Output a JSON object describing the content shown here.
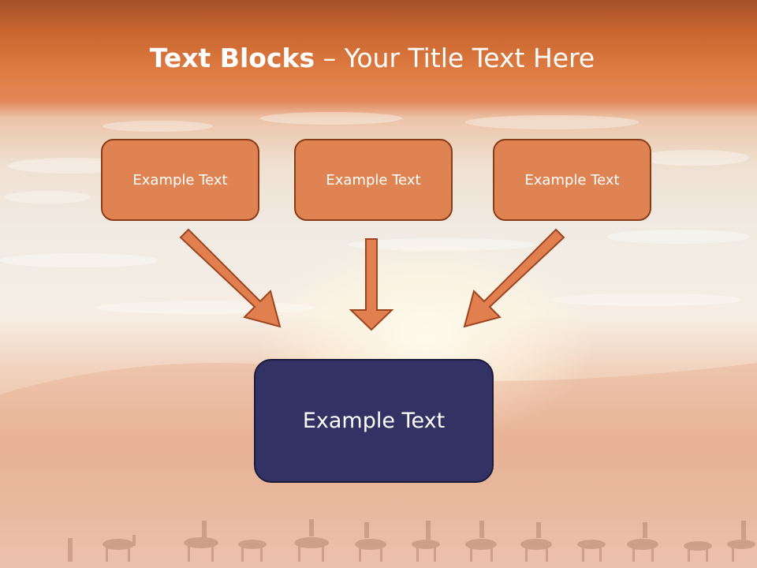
{
  "slide": {
    "title_bold": "Text Blocks",
    "title_dash": " – ",
    "title_rest": "Your Title Text Here",
    "top_blocks": [
      {
        "label": "Example Text"
      },
      {
        "label": "Example Text"
      },
      {
        "label": "Example Text"
      }
    ],
    "target_block": {
      "label": "Example Text"
    }
  },
  "colors": {
    "header_orange": "#c9652f",
    "block_fill": "#df8352",
    "block_border": "#8a3c17",
    "arrow_fill": "#e27f4f",
    "target_fill": "#333264",
    "title_text": "#ffffff"
  },
  "icons": [
    "arrow-down-right-icon",
    "arrow-down-icon",
    "arrow-down-left-icon"
  ]
}
